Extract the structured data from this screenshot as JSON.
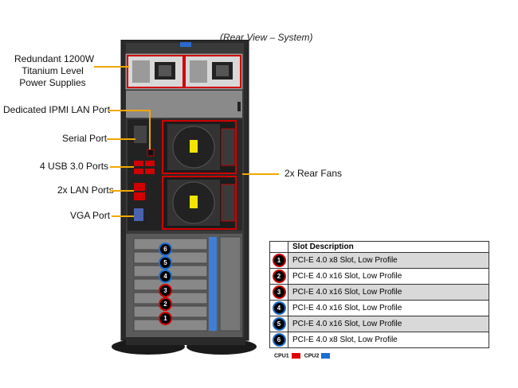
{
  "title": "(Rear View – System)",
  "labels": {
    "psu_l1": "Redundant  1200W",
    "psu_l2": "Titanium  Level",
    "psu_l3": "Power Supplies",
    "ipmi": "Dedicated IPMI  LAN Port",
    "serial": "Serial Port",
    "usb": "4 USB 3.0 Ports",
    "lan": "2x LAN Ports",
    "vga": "VGA Port",
    "fans": "2x Rear Fans"
  },
  "table": {
    "header": "Slot Description",
    "rows": [
      {
        "num": "1",
        "cpu": "cpu1",
        "desc": "PCI-E  4.0 x8 Slot, Low Profile"
      },
      {
        "num": "2",
        "cpu": "cpu1",
        "desc": "PCI-E  4.0 x16 Slot, Low Profile"
      },
      {
        "num": "3",
        "cpu": "cpu1",
        "desc": "PCI-E  4.0 x16 Slot, Low Profile"
      },
      {
        "num": "4",
        "cpu": "cpu2",
        "desc": "PCI-E  4.0 x16 Slot, Low Profile"
      },
      {
        "num": "5",
        "cpu": "cpu2",
        "desc": "PCI-E  4.0 x16 Slot, Low Profile"
      },
      {
        "num": "6",
        "cpu": "cpu2",
        "desc": "PCI-E  4.0 x8 Slot, Low Profile"
      }
    ]
  },
  "legend": {
    "cpu1_label": "CPU1",
    "cpu2_label": "CPU2",
    "cpu1_color": "#e00000",
    "cpu2_color": "#1a6fd0"
  },
  "slot_badges": [
    "6",
    "5",
    "4",
    "3",
    "2",
    "1"
  ]
}
